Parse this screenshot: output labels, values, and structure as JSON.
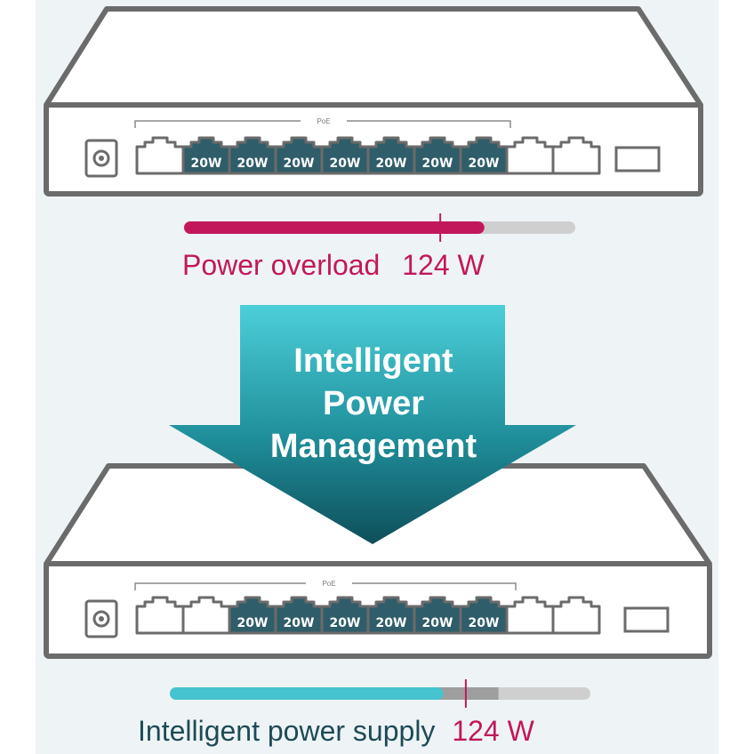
{
  "colors": {
    "background": "#eef4f6",
    "switch_outline": "#6b6b6b",
    "port_fill": "#2f5d69",
    "overload_accent": "#c2185b",
    "teal_accent": "#45c4d0",
    "dark_teal_text": "#1e4a57",
    "track_grey": "#cfcfcf",
    "gap_grey": "#9e9e9e"
  },
  "top_switch": {
    "poe_label": "PoE",
    "port_label": "20W",
    "powered_ports": 7,
    "overload_fill": 0.76,
    "limit_marker": 0.66
  },
  "top_caption": {
    "status": "Power overload",
    "value": "124 W"
  },
  "arrow": {
    "line1": "Intelligent",
    "line2": "Power",
    "line3": "Management"
  },
  "bottom_switch": {
    "poe_label": "PoE",
    "port_label": "20W",
    "powered_ports": 6,
    "supplied_fill": 0.64,
    "limit_marker": 0.71
  },
  "bottom_caption": {
    "status": "Intelligent power supply",
    "value": "124 W"
  }
}
